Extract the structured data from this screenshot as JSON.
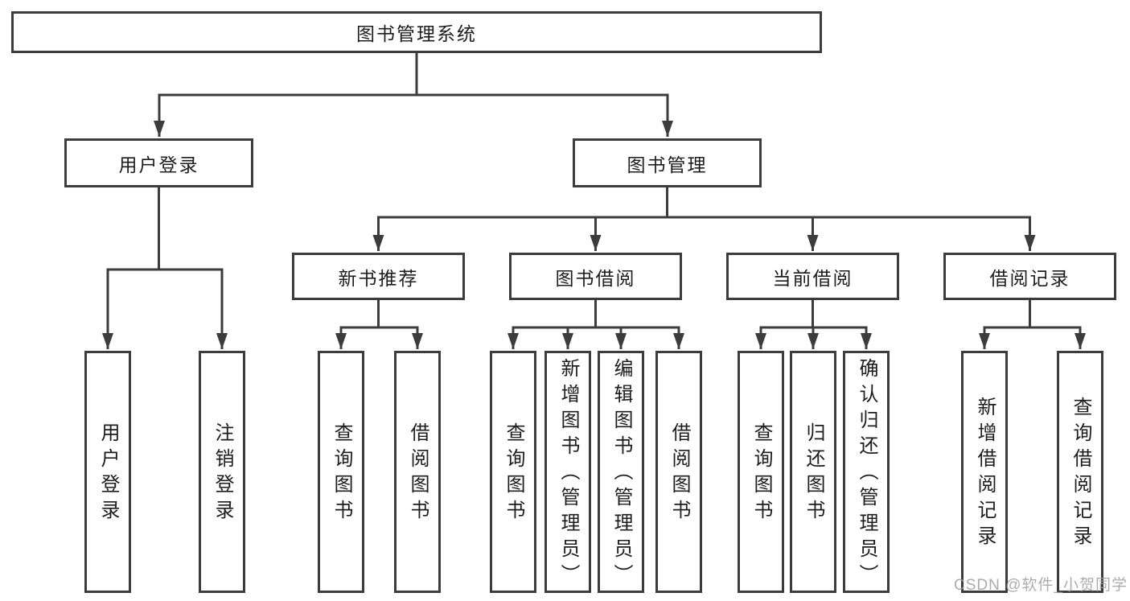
{
  "tree": {
    "root": {
      "label": "图书管理系统"
    },
    "branches": [
      {
        "label": "用户登录",
        "children": [
          {
            "label": "用户登录"
          },
          {
            "label": "注销登录"
          }
        ]
      },
      {
        "label": "图书管理",
        "children": [
          {
            "label": "新书推荐",
            "children": [
              {
                "label": "查询图书"
              },
              {
                "label": "借阅图书"
              }
            ]
          },
          {
            "label": "图书借阅",
            "children": [
              {
                "label": "查询图书"
              },
              {
                "label": "新增图书（管理员）"
              },
              {
                "label": "编辑图书（管理员）"
              },
              {
                "label": "借阅图书"
              }
            ]
          },
          {
            "label": "当前借阅",
            "children": [
              {
                "label": "查询图书"
              },
              {
                "label": "归还图书"
              },
              {
                "label": "确认归还（管理员）"
              }
            ]
          },
          {
            "label": "借阅记录",
            "children": [
              {
                "label": "新增借阅记录"
              },
              {
                "label": "查询借阅记录"
              }
            ]
          }
        ]
      }
    ]
  },
  "watermark": {
    "text": "CSDN @软件_小贺同学"
  },
  "colors": {
    "line": "#3c3c3c",
    "text": "#1d1d1d",
    "background": "#ffffff",
    "watermark": "#9e9e9e"
  }
}
